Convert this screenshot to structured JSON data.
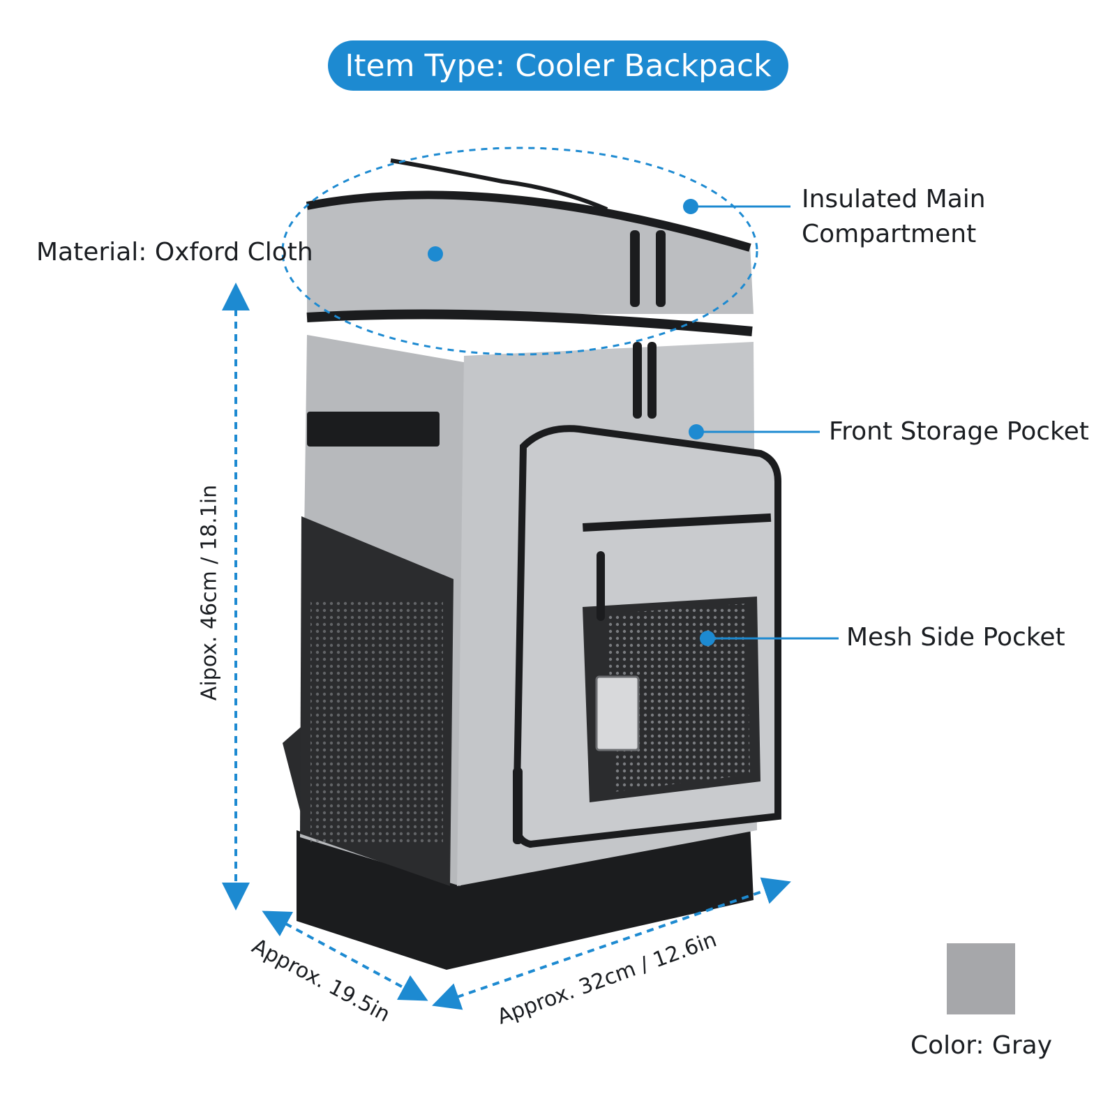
{
  "banner": {
    "text": "Item Type: Cooler Backpack"
  },
  "callouts": {
    "material": "Material: Oxford Cloth",
    "insulated_line1": "Insulated Main",
    "insulated_line2": "Compartment",
    "front_pocket": "Front Storage Pocket",
    "mesh_pocket": "Mesh Side Pocket"
  },
  "dimensions": {
    "height": "Aipox. 46cm / 18.1in",
    "depth": "Approx. 19.5in",
    "width": "Approx. 32cm / 12.6in"
  },
  "color": {
    "label": "Color: Gray",
    "swatch": "#a6a7aa"
  },
  "colors": {
    "accent": "#1d8ad1",
    "bag_body": "#b3b5b8",
    "bag_trim": "#1b1c1e"
  }
}
